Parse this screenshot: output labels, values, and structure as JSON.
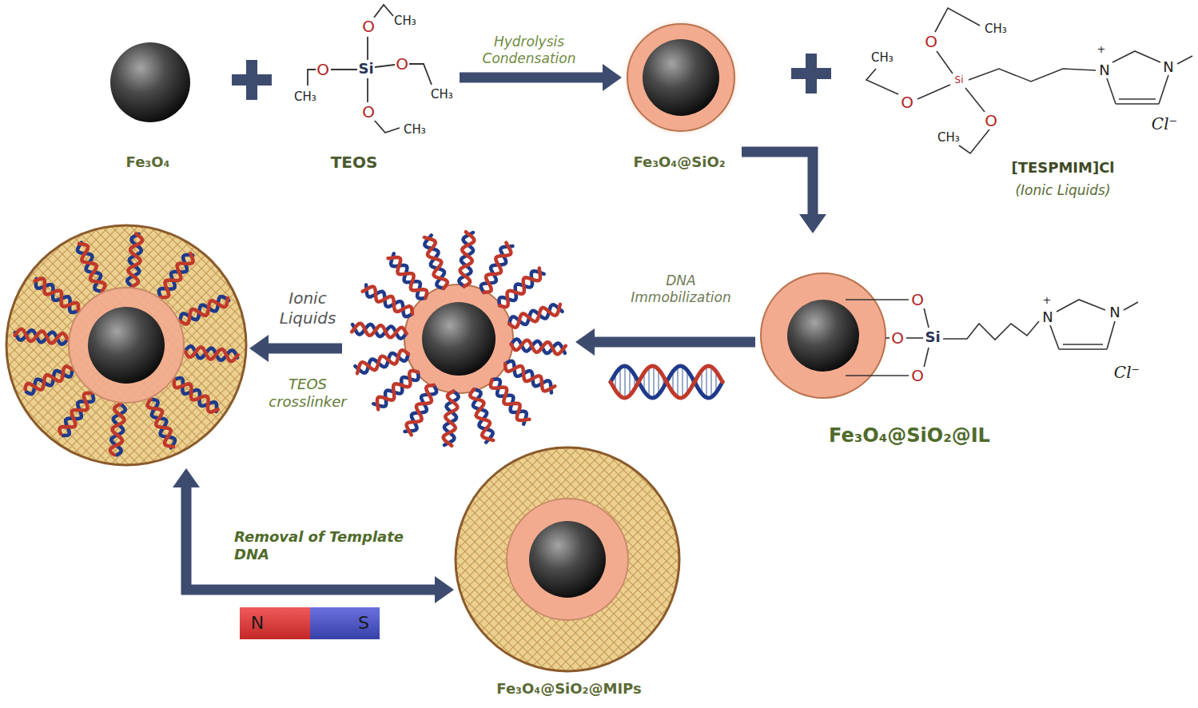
{
  "diagram": {
    "nodes": [
      {
        "text": [
          "Fe₃O₄"
        ]
      },
      {
        "text": [
          "TEOS"
        ]
      },
      {
        "text": [
          "Fe₃O₄@SiO₂"
        ]
      },
      {
        "text": [
          "[TESPMIM]Cl",
          "(Ionic Liquids)"
        ]
      },
      {
        "text": [
          "Fe₃O₄@SiO₂@IL"
        ]
      },
      {
        "text": []
      },
      {
        "text": []
      },
      {
        "text": [
          "Fe₃O₄@SiO₂@MIPs"
        ]
      }
    ],
    "edges": [
      {
        "from": 1,
        "to": 2,
        "arrow": "to",
        "label": "Hydrolysis Condensation"
      },
      {
        "from": 2,
        "to": 4,
        "arrow": "to"
      },
      {
        "from": 4,
        "to": 5,
        "arrow": "to",
        "label": "DNA Immobilization"
      },
      {
        "from": 5,
        "to": 6,
        "arrow": "to",
        "label": "Ionic Liquids"
      },
      {
        "from": 6,
        "to": 7,
        "arrow": "both",
        "label": "Removal of Template DNA"
      }
    ],
    "labels": [
      "O",
      "CH₃",
      "O",
      "Si",
      "O",
      "CH₃",
      "CH₃",
      "O",
      "CH₃",
      "CH₃",
      "O",
      "CH₃",
      "+",
      "N",
      "N",
      "Si",
      "O",
      "O",
      "Cl⁻",
      "CH₃",
      "+",
      "O",
      "N",
      "N",
      "O",
      "Si",
      "Cl⁻",
      "O",
      "TEOS crosslinker",
      "N",
      "S"
    ]
  }
}
